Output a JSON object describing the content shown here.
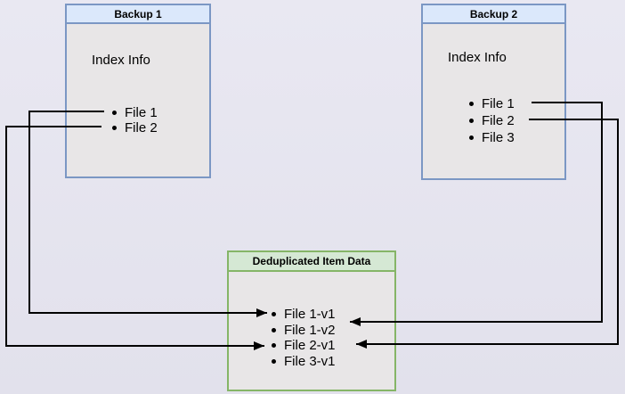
{
  "diagram": {
    "type": "backup-deduplication-diagram",
    "boxes": [
      {
        "id": "backup1",
        "title": "Backup 1",
        "subtitle": "Index Info",
        "items": [
          "File 1",
          "File 2"
        ]
      },
      {
        "id": "backup2",
        "title": "Backup 2",
        "subtitle": "Index Info",
        "items": [
          "File 1",
          "File 2",
          "File 3"
        ]
      },
      {
        "id": "dedup",
        "title": "Deduplicated Item Data",
        "items": [
          "File 1-v1",
          "File 1-v2",
          "File 2-v1",
          "File 3-v1"
        ]
      }
    ],
    "edges": [
      {
        "from": "Backup 1 / File 1",
        "to": "Deduplicated Item Data / File 1-v1"
      },
      {
        "from": "Backup 1 / File 2",
        "to": "Deduplicated Item Data / File 2-v1"
      },
      {
        "from": "Backup 2 / File 1",
        "to": "Deduplicated Item Data / File 1-v2"
      },
      {
        "from": "Backup 2 / File 2",
        "to": "Deduplicated Item Data / File 2-v1"
      }
    ],
    "colors": {
      "background": "#e6e5ef",
      "box_fill": "#e8e6e7",
      "blue_border": "#7b97c4",
      "blue_header_fill": "#dbe8fb",
      "green_border": "#85b567",
      "green_header_fill": "#d5e8d4",
      "line": "#000000",
      "text": "#000000"
    }
  }
}
